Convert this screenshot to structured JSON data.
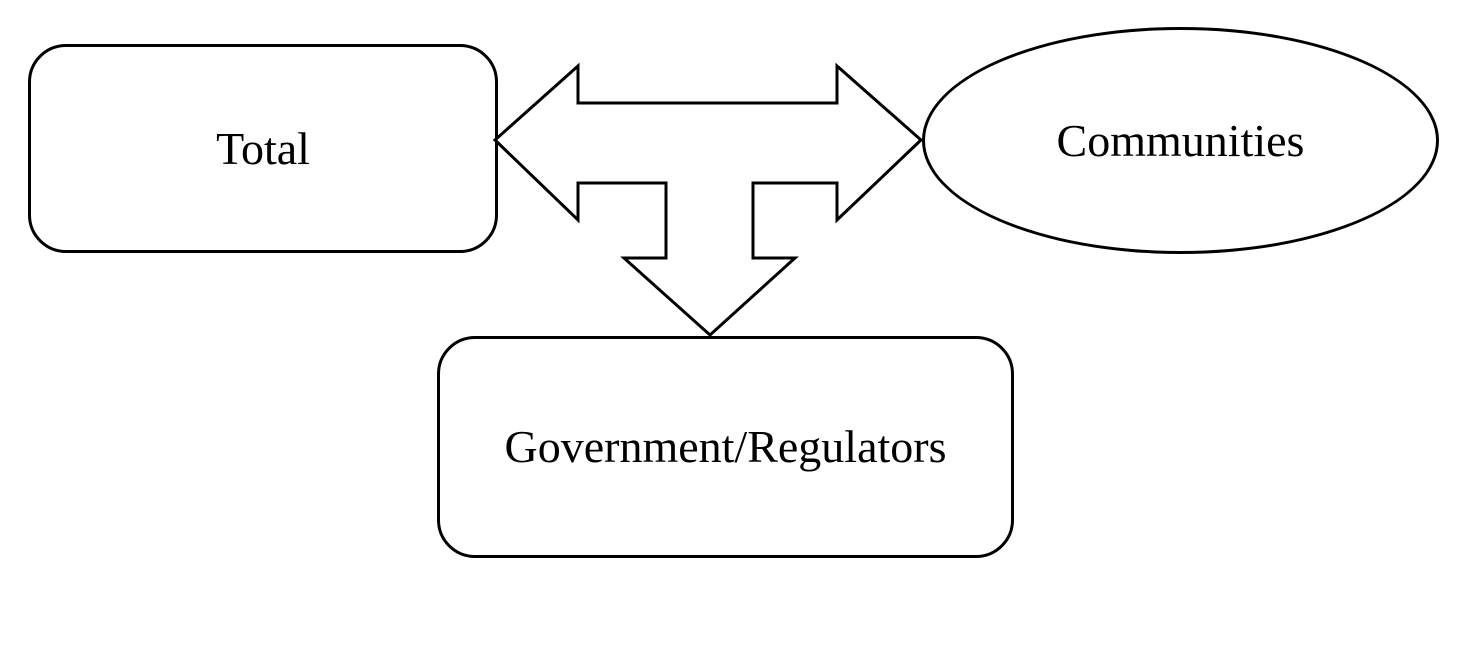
{
  "diagram": {
    "background_color": "#ffffff",
    "stroke_color": "#000000",
    "fill_color": "#ffffff",
    "text_color": "#000000",
    "nodes": {
      "total": {
        "label": "Total",
        "shape": "rounded-rectangle"
      },
      "communities": {
        "label": "Communities",
        "shape": "ellipse"
      },
      "government": {
        "label": "Government/Regulators",
        "shape": "rounded-rectangle"
      }
    },
    "connector": {
      "type": "three-headed-block-arrow",
      "heads": "left, right, down",
      "connects": "Total, Communities, Government/Regulators"
    }
  }
}
